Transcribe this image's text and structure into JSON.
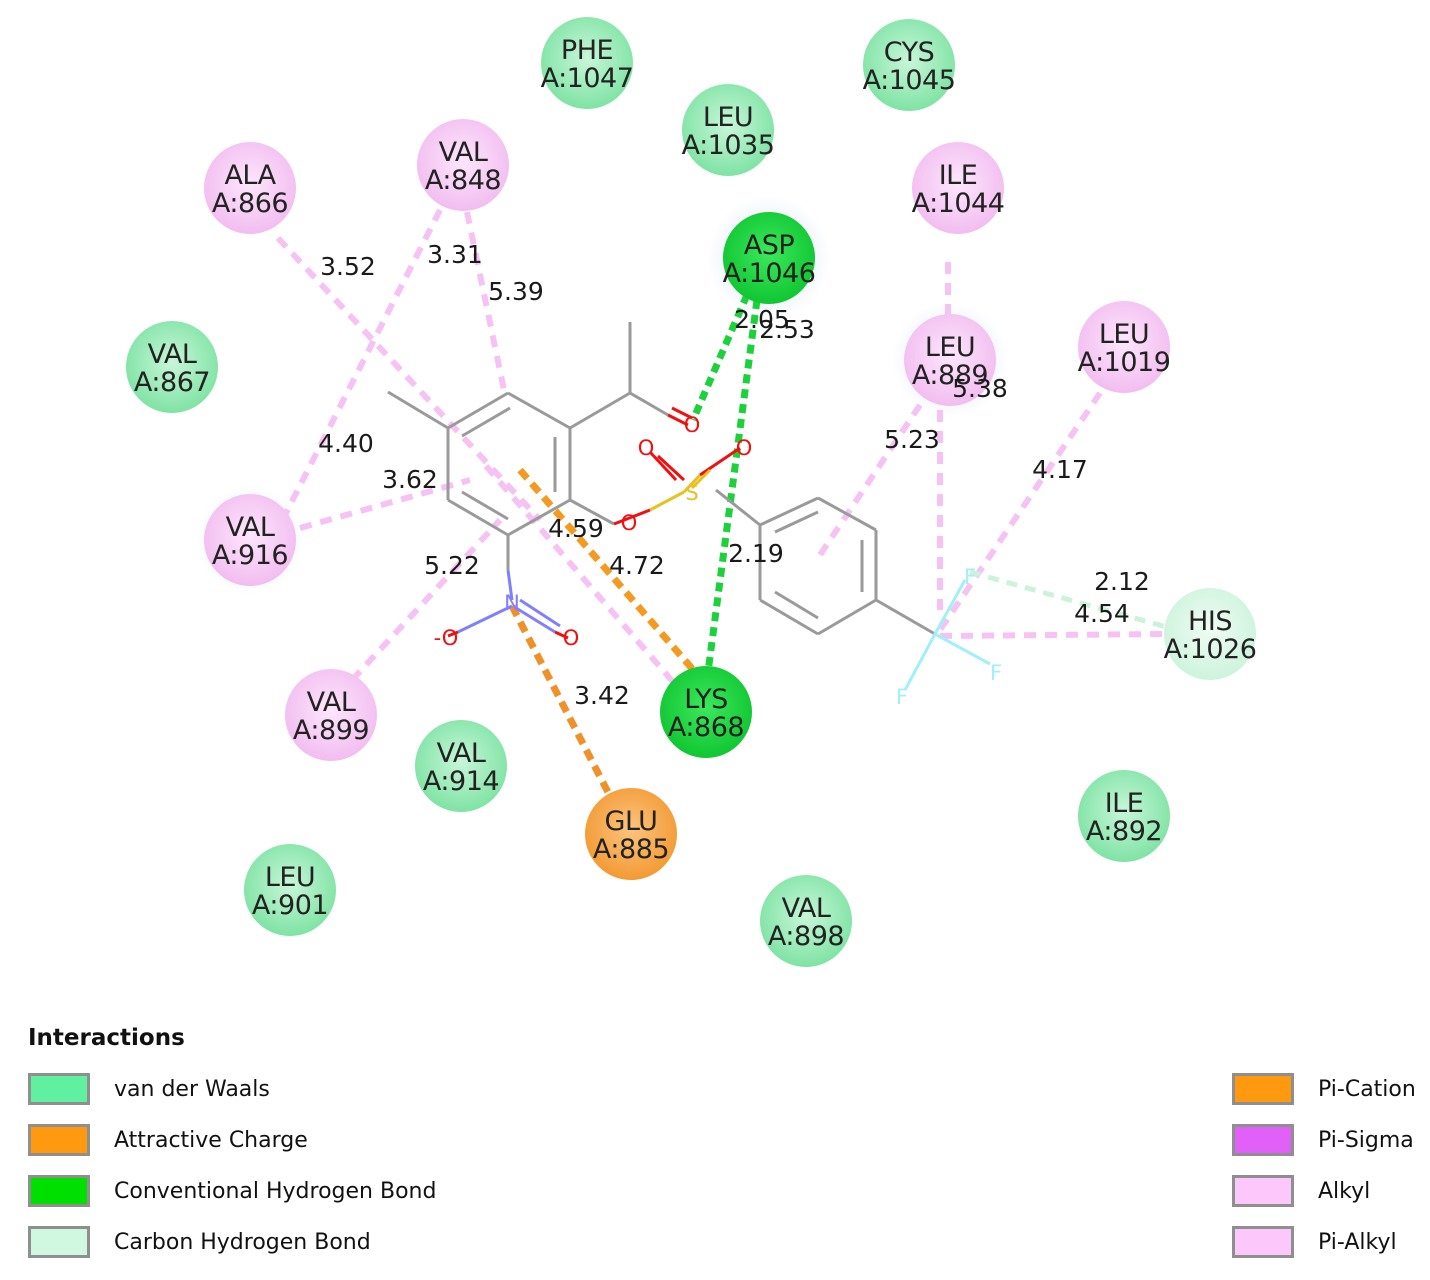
{
  "residues": [
    {
      "name": "PHE",
      "id": "A:1047",
      "type": "van der Waals"
    },
    {
      "name": "CYS",
      "id": "A:1045",
      "type": "van der Waals"
    },
    {
      "name": "LEU",
      "id": "A:1035",
      "type": "van der Waals"
    },
    {
      "name": "ALA",
      "id": "A:866",
      "type": "Alkyl"
    },
    {
      "name": "VAL",
      "id": "A:848",
      "type": "Alkyl"
    },
    {
      "name": "ILE",
      "id": "A:1044",
      "type": "Alkyl"
    },
    {
      "name": "ASP",
      "id": "A:1046",
      "type": "Conventional Hydrogen Bond"
    },
    {
      "name": "VAL",
      "id": "A:867",
      "type": "van der Waals"
    },
    {
      "name": "LEU",
      "id": "A:889",
      "type": "Alkyl"
    },
    {
      "name": "LEU",
      "id": "A:1019",
      "type": "Alkyl"
    },
    {
      "name": "VAL",
      "id": "A:916",
      "type": "Alkyl"
    },
    {
      "name": "HIS",
      "id": "A:1026",
      "type": "Carbon Hydrogen Bond"
    },
    {
      "name": "LYS",
      "id": "A:868",
      "type": "Conventional Hydrogen Bond"
    },
    {
      "name": "VAL",
      "id": "A:899",
      "type": "Alkyl"
    },
    {
      "name": "VAL",
      "id": "A:914",
      "type": "van der Waals"
    },
    {
      "name": "GLU",
      "id": "A:885",
      "type": "Attractive Charge"
    },
    {
      "name": "ILE",
      "id": "A:892",
      "type": "van der Waals"
    },
    {
      "name": "LEU",
      "id": "A:901",
      "type": "van der Waals"
    },
    {
      "name": "VAL",
      "id": "A:898",
      "type": "van der Waals"
    }
  ],
  "distances": [
    "3.52",
    "3.31",
    "5.39",
    "2.05",
    "2.53",
    "5.38",
    "5.23",
    "4.17",
    "4.40",
    "3.62",
    "4.59",
    "4.72",
    "2.19",
    "2.12",
    "4.54",
    "5.22",
    "3.42"
  ],
  "atoms": {
    "oxygen": "O",
    "sulfur": "S",
    "nitrogen": "N",
    "oxygen_anion": "-O",
    "fluorine": "F"
  },
  "legend": {
    "title": "Interactions",
    "items": [
      {
        "label": "van der Waals",
        "color": "#5ff0a0"
      },
      {
        "label": "Attractive Charge",
        "color": "#ff9a10"
      },
      {
        "label": "Conventional Hydrogen Bond",
        "color": "#00e000"
      },
      {
        "label": "Carbon Hydrogen Bond",
        "color": "#d0f8e0"
      },
      {
        "label": "Pi-Cation",
        "color": "#ff9a10"
      },
      {
        "label": "Pi-Sigma",
        "color": "#e060f8"
      },
      {
        "label": "Alkyl",
        "color": "#fcc8fc"
      },
      {
        "label": "Pi-Alkyl",
        "color": "#fcc8fc"
      }
    ]
  },
  "colors": {
    "van_der_waals": "#8eeab0",
    "alkyl": "#f6c6f4",
    "hbond": "#17d63a",
    "attractive_charge": "#f5a043",
    "carbon_hbond": "#d8f7e4",
    "bond_gray": "#9a9a9a",
    "oxygen": "#f01010",
    "sulfur": "#e8c020",
    "nitrogen": "#8080ff",
    "fluorine": "#a0f0f8"
  }
}
